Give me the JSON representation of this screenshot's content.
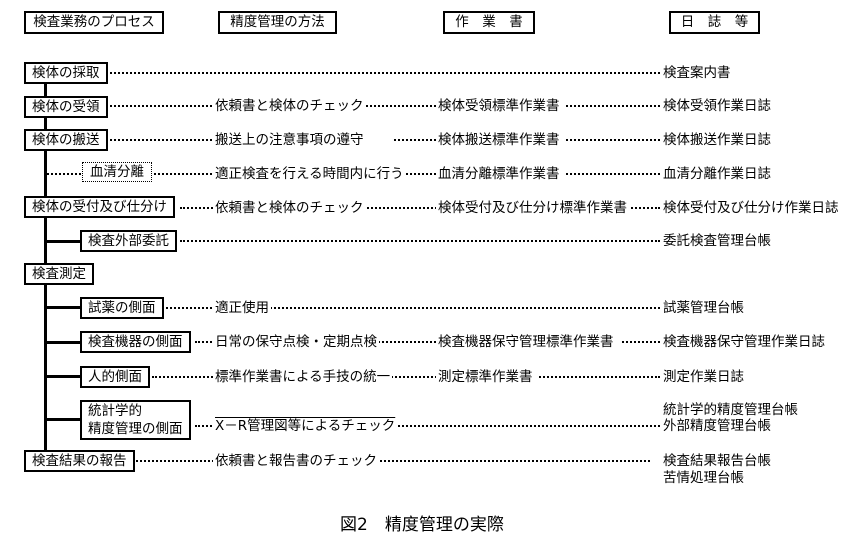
{
  "headers": {
    "process": "検査業務のプロセス",
    "method": "精度管理の方法",
    "workbook": "作　業　書",
    "log": "日　誌　等"
  },
  "rows": [
    {
      "process": "検体の採取",
      "method": "",
      "workbook": "",
      "log": [
        "検査案内書"
      ]
    },
    {
      "process": "検体の受領",
      "method": "依頼書と検体のチェック",
      "workbook": "検体受領標準作業書",
      "log": [
        "検体受領作業日誌"
      ]
    },
    {
      "process": "検体の搬送",
      "method": "搬送上の注意事項の遵守",
      "workbook": "検体搬送標準作業書",
      "log": [
        "検体搬送作業日誌"
      ]
    },
    {
      "process": "血清分離",
      "method": "適正検査を行える時間内に行う",
      "workbook": "血清分離標準作業書",
      "log": [
        "血清分離作業日誌"
      ]
    },
    {
      "process": "検体の受付及び仕分け",
      "method": "依頼書と検体のチェック",
      "workbook": "検体受付及び仕分け標準作業書",
      "log": [
        "検体受付及び仕分け作業日誌"
      ]
    },
    {
      "process": "検査外部委託",
      "method": "",
      "workbook": "",
      "log": [
        "委託検査管理台帳"
      ]
    },
    {
      "process": "検査測定",
      "method": "",
      "workbook": "",
      "log": []
    },
    {
      "process": "試薬の側面",
      "method": "適正使用",
      "workbook": "",
      "log": [
        "試薬管理台帳"
      ]
    },
    {
      "process": "検査機器の側面",
      "method": "日常の保守点検・定期点検",
      "workbook": "検査機器保守管理標準作業書",
      "log": [
        "検査機器保守管理作業日誌"
      ]
    },
    {
      "process": "人的側面",
      "method": "標準作業書による手技の統一",
      "workbook": "測定標準作業書",
      "log": [
        "測定作業日誌"
      ]
    },
    {
      "process": [
        "統計学的",
        "精度管理の側面"
      ],
      "method": "X－R管理図等によるチェック",
      "workbook": "",
      "log": [
        "統計学的精度管理台帳",
        "外部精度管理台帳"
      ]
    },
    {
      "process": "検査結果の報告",
      "method": "依頼書と報告書のチェック",
      "workbook": "",
      "log": [
        "検査結果報告台帳",
        "苦情処理台帳"
      ]
    }
  ],
  "caption": "図2　精度管理の実際"
}
